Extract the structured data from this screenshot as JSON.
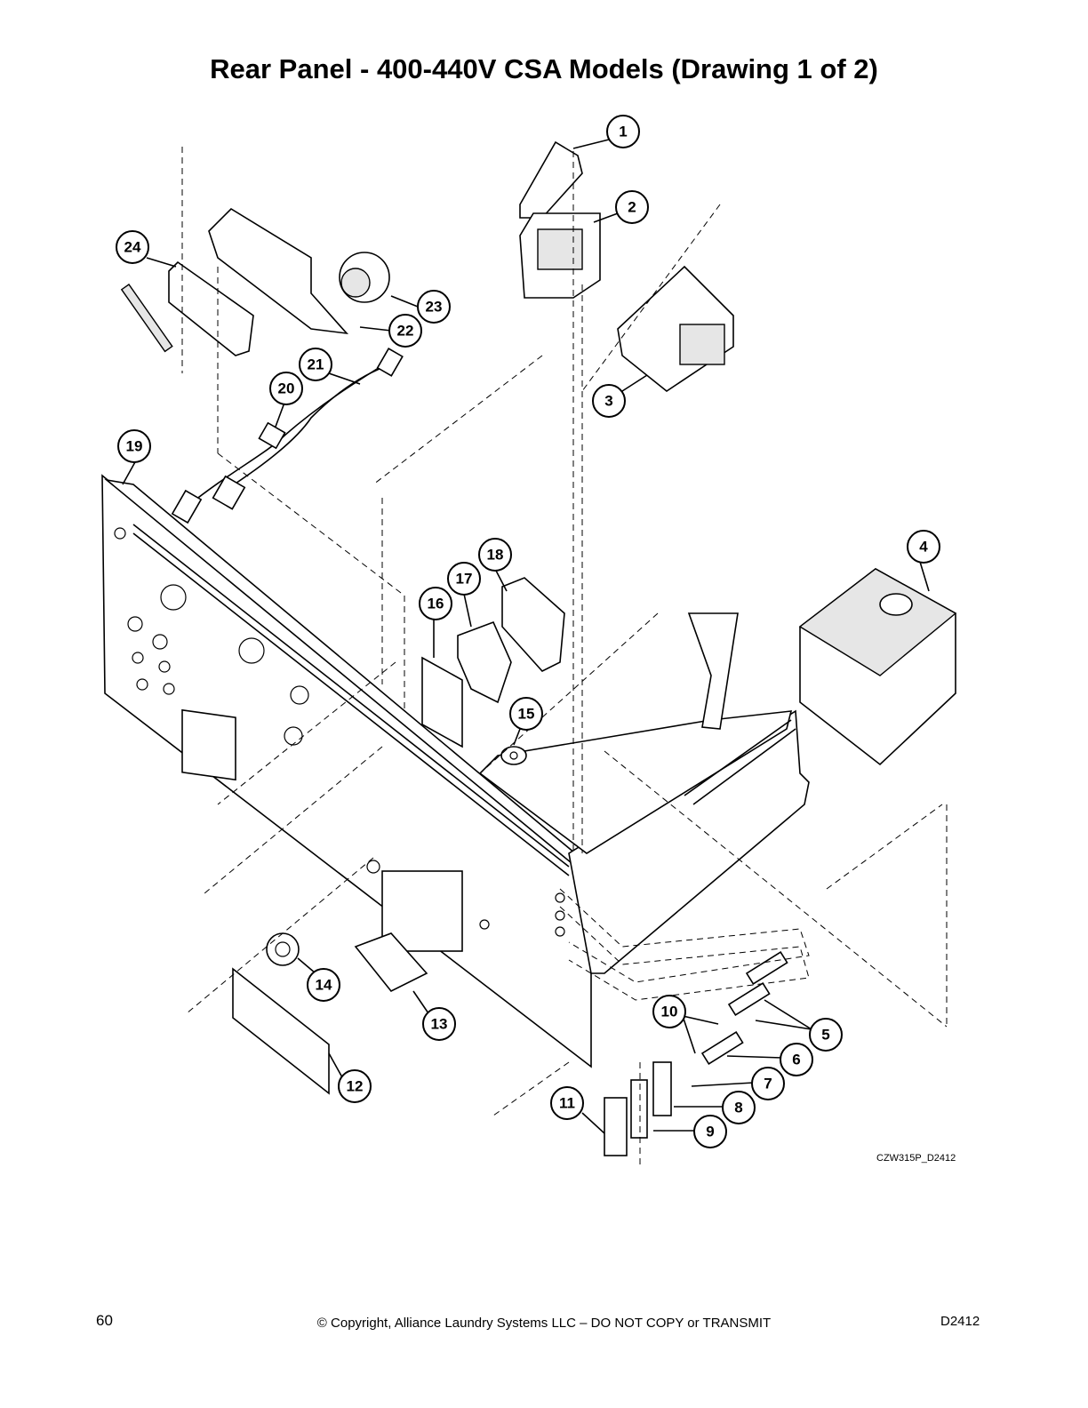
{
  "title": "Rear Panel - 400-440V CSA Models (Drawing 1 of 2)",
  "callouts": [
    "1",
    "2",
    "3",
    "4",
    "5",
    "6",
    "7",
    "8",
    "9",
    "10",
    "11",
    "12",
    "13",
    "14",
    "15",
    "16",
    "17",
    "18",
    "19",
    "20",
    "21",
    "22",
    "23",
    "24"
  ],
  "drawing_code": "CZW315P_D2412",
  "footer": {
    "page_number": "60",
    "copyright": "© Copyright, Alliance Laundry Systems LLC – DO NOT COPY or TRANSMIT",
    "doc_code": "D2412"
  }
}
